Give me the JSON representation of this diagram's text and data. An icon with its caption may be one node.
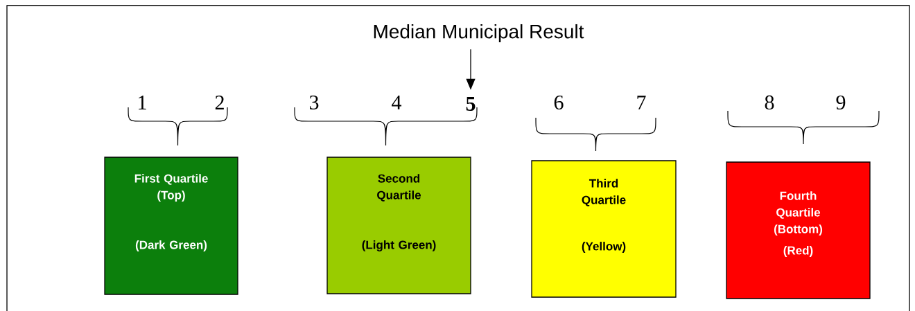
{
  "diagram": {
    "nodes": [
      {
        "text": [
          "Median Municipal Result"
        ]
      },
      {
        "text": [
          "5"
        ]
      },
      {
        "text": [
          "First Quartile (Top)",
          "(Dark Green)"
        ]
      },
      {
        "text": [
          "Second Quartile",
          "(Light Green)"
        ]
      },
      {
        "text": [
          "Third Quartile",
          "(Yellow)"
        ]
      },
      {
        "text": [
          "Fourth Quartile (Bottom)",
          "(Red)"
        ]
      }
    ],
    "edges": [
      {
        "from": 0,
        "to": 1,
        "arrow": "to"
      }
    ],
    "labels": [
      "1",
      "2",
      "3",
      "4",
      "6",
      "7",
      "8",
      "9"
    ]
  }
}
